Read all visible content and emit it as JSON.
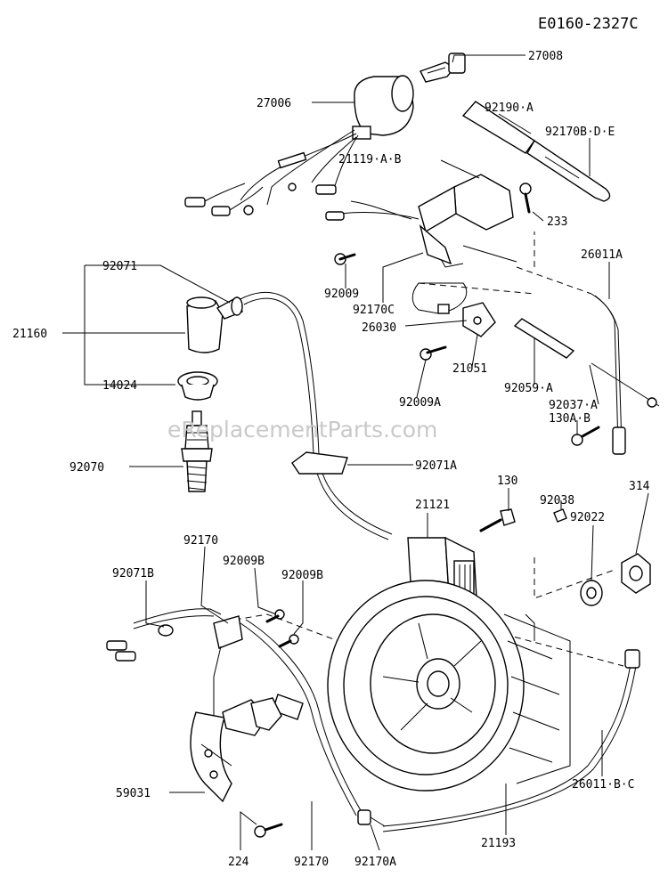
{
  "diagram_code": "E0160-2327C",
  "watermark": "eReplacementParts.com",
  "labels": {
    "p27008": "27008",
    "p27006": "27006",
    "p92190A": "92190·A",
    "p92170BDE": "92170B·D·E",
    "p21119AB": "21119·A·B",
    "p233": "233",
    "p26011A": "26011A",
    "p92071": "92071",
    "p92009": "92009",
    "p92170C": "92170C",
    "p21160": "21160",
    "p26030": "26030",
    "p21051": "21051",
    "p92009A": "92009A",
    "p92059A": "92059·A",
    "p92037A": "92037·A",
    "p130AB": "130A·B",
    "p14024": "14024",
    "p92070": "92070",
    "p92071A": "92071A",
    "p130": "130",
    "p21121": "21121",
    "p92038": "92038",
    "p314": "314",
    "p92022": "92022",
    "p92170": "92170",
    "p92009B_1": "92009B",
    "p92071B": "92071B",
    "p92009B_2": "92009B",
    "p59031": "59031",
    "p26011BC": "26011·B·C",
    "p21193": "21193",
    "p224": "224",
    "p92170_b": "92170",
    "p92170A": "92170A"
  }
}
